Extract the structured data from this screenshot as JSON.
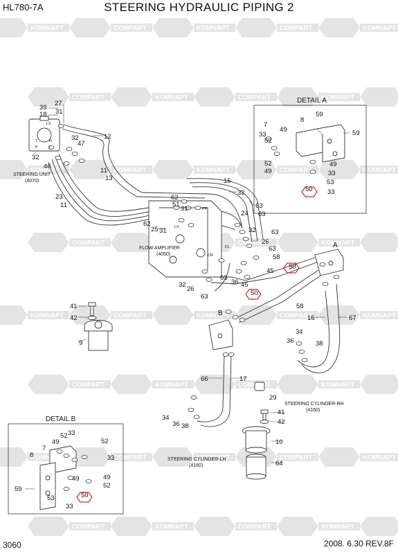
{
  "header": {
    "model": "HL780-7A",
    "title": "STEERING HYDRAULIC PIPING 2"
  },
  "footer": {
    "page": "3060",
    "date": "2008. 6.30  REV.8F"
  },
  "watermark": {
    "words": [
      "KOMNAPT",
      "COMPART"
    ]
  },
  "details": {
    "a": "DETAIL A",
    "b": "DETAIL B"
  },
  "components": {
    "steering_unit": "STEERING UNIT",
    "steering_unit_ref": "(4070)",
    "flow_amplifier": "FLOW AMPLIFIER",
    "flow_amplifier_ref": "(4050)",
    "cylinder_rh": "STEERING CYLINDER-RH",
    "cylinder_rh_ref": "(4160)",
    "cylinder_lh": "STEERING CYLINDER-LH",
    "cylinder_lh_ref": "(4160)"
  },
  "view_letters": {
    "a": "A",
    "b": "B"
  },
  "port_labels": {
    "ls": "LS",
    "t": "T",
    "r": "R",
    "p": "P",
    "l": "L",
    "pp": "PP",
    "cl": "CL",
    "cr": "CR"
  },
  "callouts": [
    "39",
    "18",
    "27",
    "31",
    "12",
    "32",
    "47",
    "46",
    "32",
    "11",
    "13",
    "23",
    "11",
    "15",
    "32",
    "24",
    "63",
    "62",
    "51",
    "31",
    "63",
    "62",
    "25",
    "31",
    "32",
    "63",
    "26",
    "58",
    "63",
    "45",
    "36",
    "45",
    "63",
    "32",
    "26",
    "63",
    "50",
    "50",
    "58",
    "41",
    "42",
    "9",
    "16",
    "67",
    "34",
    "38",
    "36",
    "66",
    "17",
    "29",
    "41",
    "42",
    "10",
    "64",
    "34",
    "36",
    "38",
    "59",
    "8",
    "7",
    "49",
    "33",
    "52",
    "59",
    "49",
    "52",
    "33",
    "49",
    "53",
    "33",
    "50",
    "8",
    "7",
    "49",
    "52",
    "33",
    "52",
    "33",
    "59",
    "53",
    "33",
    "49",
    "49",
    "52",
    "50"
  ]
}
